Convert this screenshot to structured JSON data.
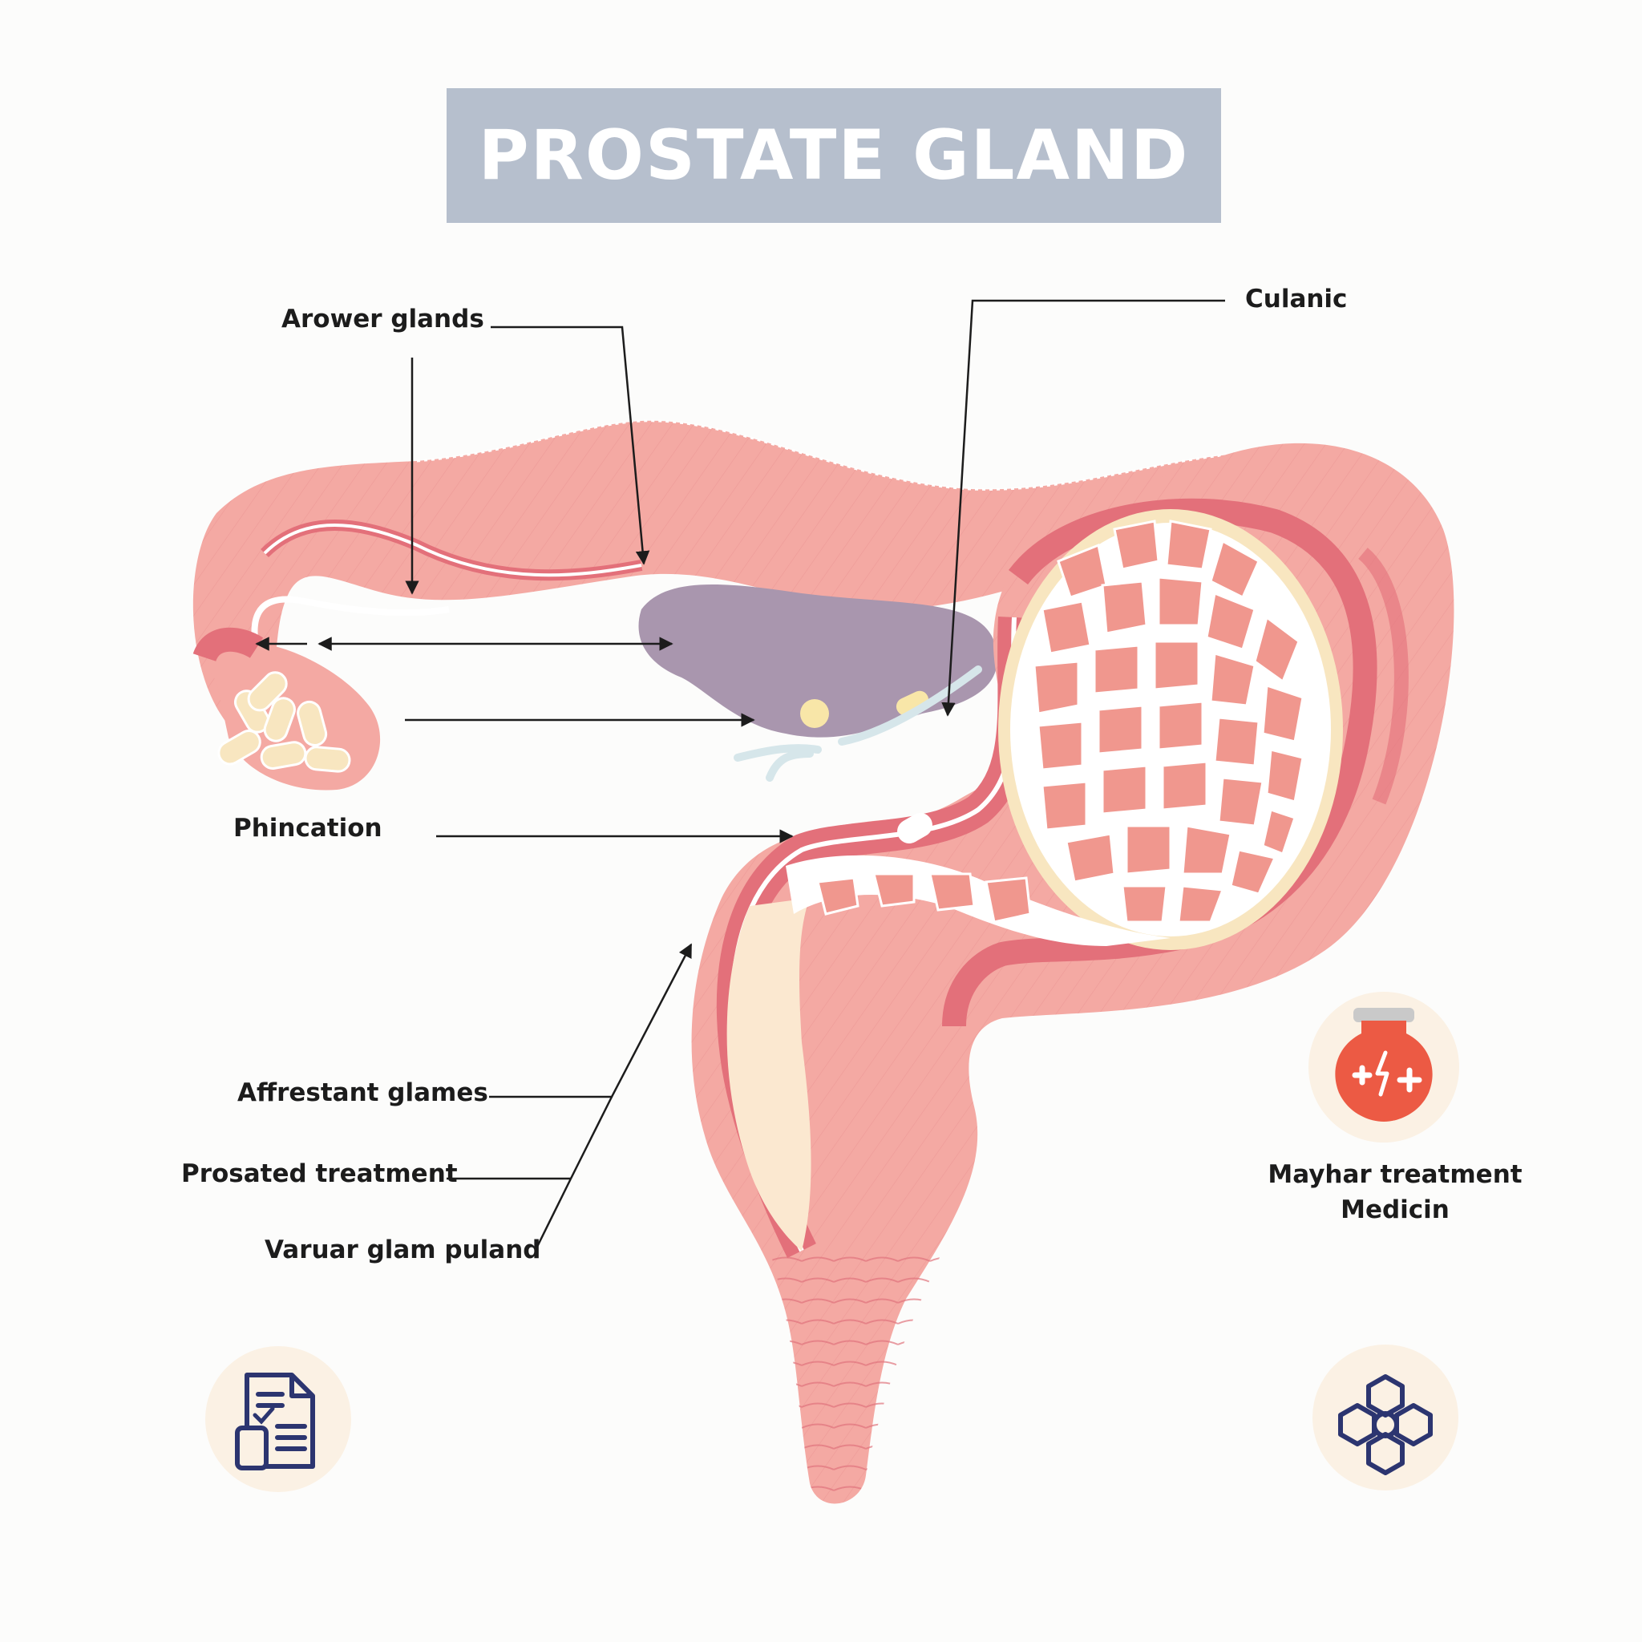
{
  "title": "PROSTATE GLAND",
  "labels": {
    "arower_glands": "Arower glands",
    "culanic": "Culanic",
    "phincation": "Phincation",
    "affrestant_glames": "Affrestant glames",
    "prosated_treatment": "Prosated treatment",
    "varuar_glam_puland": "Varuar glam puland",
    "mayhar_line1": "Mayhar treatment",
    "mayhar_line2": "Medicin"
  },
  "icons": {
    "document": "document-checklist-icon",
    "medicine": "medicine-flask-icon",
    "molecule": "molecule-network-icon"
  },
  "colors": {
    "banner": "#b6bfcd",
    "tissue": "#f3a7a2",
    "tissue_dark": "#e3707a",
    "gland": "#a996ae",
    "capsule": "#f6e2b8",
    "icon_bg": "#fbf1e4",
    "medicine_red": "#ec5a44",
    "icon_navy": "#2c3570"
  }
}
